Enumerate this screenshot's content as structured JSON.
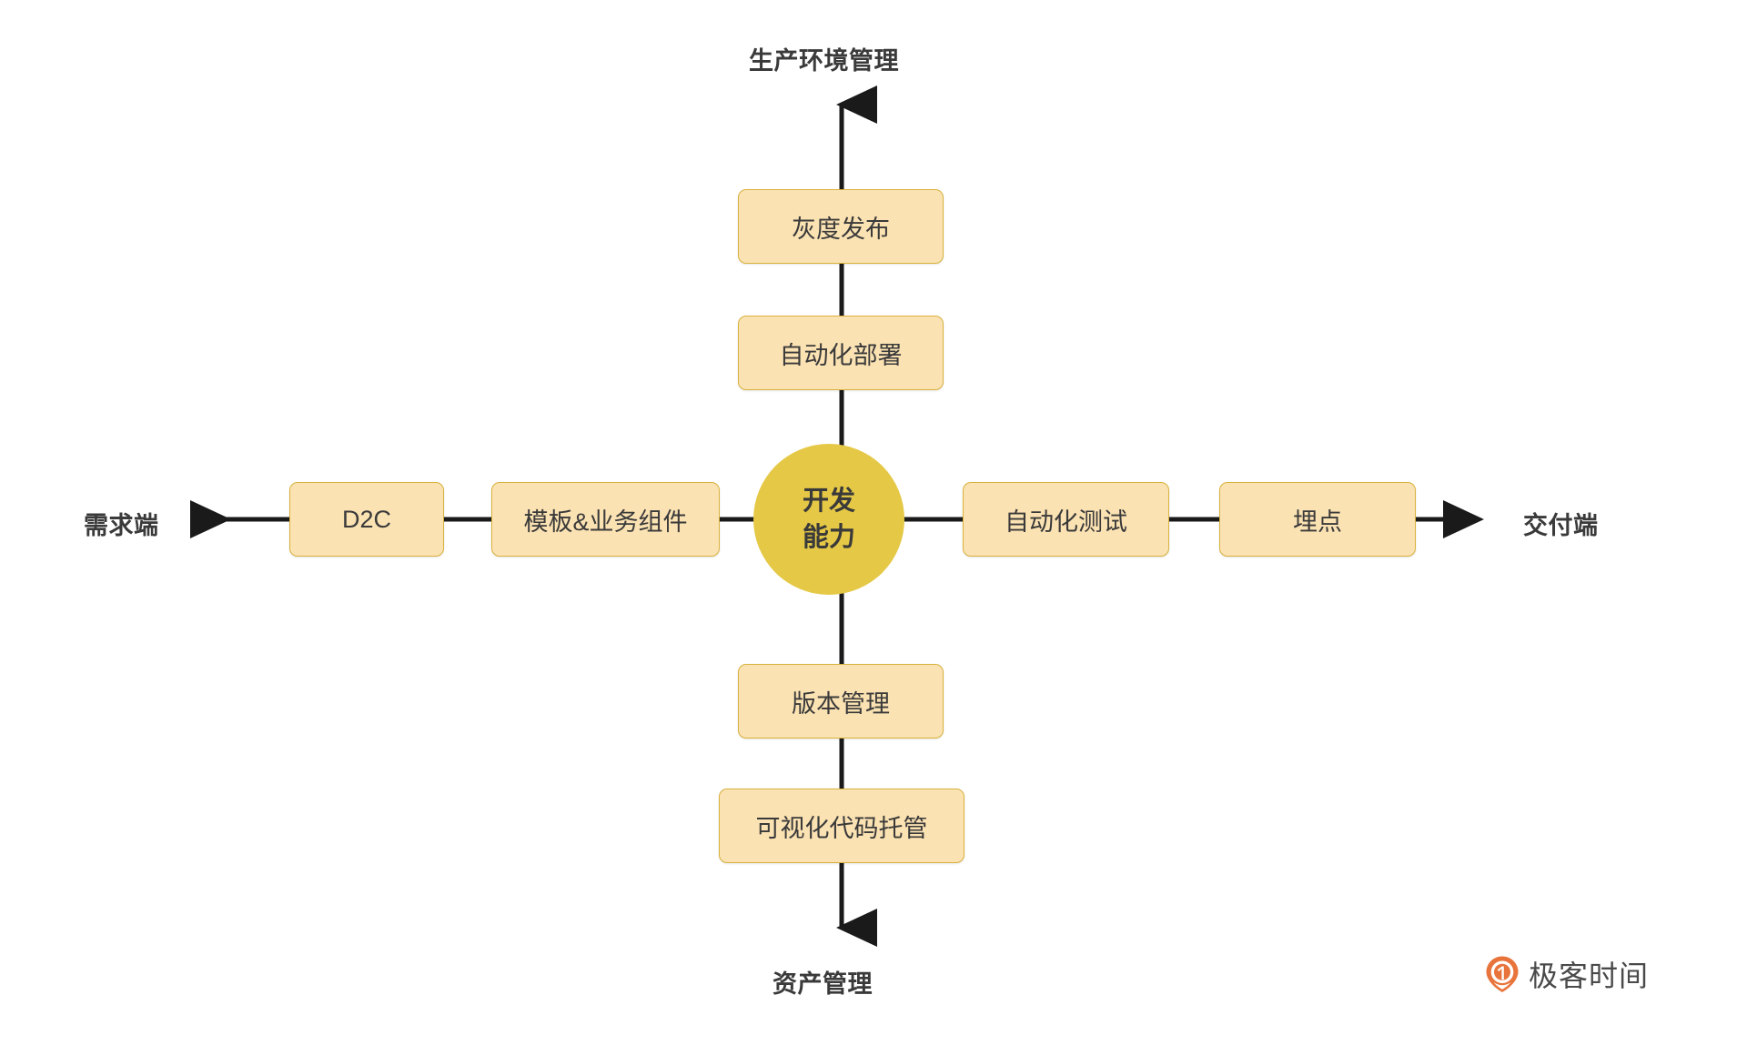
{
  "diagram": {
    "title": "开发能力",
    "axis_labels": {
      "top": "生产环境管理",
      "bottom": "资产管理",
      "left": "需求端",
      "right": "交付端"
    },
    "center": {
      "line1": "开发",
      "line2": "能力"
    },
    "nodes": {
      "gray_release": "灰度发布",
      "auto_deploy": "自动化部署",
      "version_mgmt": "版本管理",
      "visual_code": "可视化代码托管",
      "d2c": "D2C",
      "template": "模板&业务组件",
      "auto_test": "自动化测试",
      "tracking": "埋点"
    }
  },
  "brand": {
    "name": "极客时间",
    "mark": "geekbang-pin-icon"
  },
  "colors": {
    "node_fill": "#FBE2B3",
    "node_border": "#D9B23C",
    "center_fill": "#E5C846",
    "text": "#3a3a3a",
    "edge": "#1a1a1a",
    "brand_orange": "#E8743B",
    "background": "#ffffff"
  }
}
